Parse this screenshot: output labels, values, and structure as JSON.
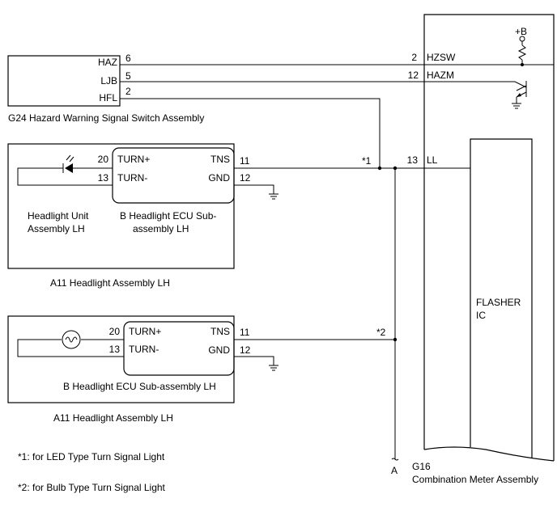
{
  "switch_assembly": {
    "pins": {
      "haz": "HAZ",
      "ljb": "LJB",
      "hfl": "HFL"
    },
    "pin_numbers": {
      "haz": "6",
      "ljb": "5",
      "hfl": "2"
    },
    "caption": "G24  Hazard Warning Signal Switch Assembly"
  },
  "meter": {
    "supply": "+B",
    "pins": {
      "hzsw": "HZSW",
      "hazm": "HAZM",
      "ll": "LL"
    },
    "pin_numbers": {
      "hzsw": "2",
      "hazm": "12",
      "ll": "13"
    },
    "flasher_line1": "FLASHER",
    "flasher_line2": "IC",
    "code": "G16",
    "name": "Combination Meter Assembly"
  },
  "headlight_led": {
    "turn_plus_num": "20",
    "turn_minus_num": "13",
    "turn_plus": "TURN+",
    "turn_minus": "TURN-",
    "tns": "TNS",
    "gnd": "GND",
    "tns_num": "11",
    "gnd_num": "12",
    "unit_line1": "Headlight Unit",
    "unit_line2": "Assembly LH",
    "ecu_line1": "B  Headlight ECU Sub-",
    "ecu_line2": "assembly LH",
    "caption": "A11  Headlight Assembly LH",
    "marker": "*1"
  },
  "headlight_bulb": {
    "turn_plus_num": "20",
    "turn_minus_num": "13",
    "turn_plus": "TURN+",
    "turn_minus": "TURN-",
    "tns": "TNS",
    "gnd": "GND",
    "tns_num": "11",
    "gnd_num": "12",
    "ecu_label": "B  Headlight ECU Sub-assembly LH",
    "caption": "A11     Headlight Assembly LH",
    "marker": "*2"
  },
  "connector_a": "A",
  "notes": [
    "*1: for LED Type Turn Signal Light",
    "*2: for Bulb Type Turn Signal Light"
  ]
}
